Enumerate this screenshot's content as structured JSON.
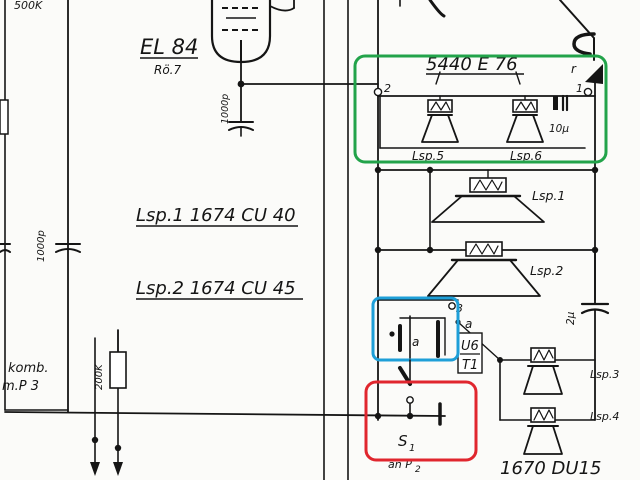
{
  "tube": {
    "name": "EL 84",
    "ref": "Rö.7"
  },
  "resistor_500k": "500K",
  "cap_1000p_tube": "1000p",
  "cap_1000p_left": "1000p",
  "resistor_200k": "200K",
  "komb_label": "komb.",
  "mp3_label": "m.P 3",
  "speaker_models": {
    "lsp1": "Lsp.1 1674 CU 40",
    "lsp2": "Lsp.2 1674 CU 45"
  },
  "assembly": {
    "name": "5440 E 76",
    "cap": "10µ",
    "pin_left": "2",
    "pin_right": "1",
    "pin_r": "r"
  },
  "speakers": {
    "lsp5": "Lsp.5",
    "lsp6": "Lsp.6",
    "lsp1": "Lsp.1",
    "lsp2": "Lsp.2",
    "lsp3": "Lsp.3",
    "lsp4": "Lsp.4"
  },
  "cap_2u": "2µ",
  "switch_u6": {
    "pin": "3",
    "a_left": "a",
    "a_right": "a",
    "code_1": "U6",
    "code_2": "T1"
  },
  "switch_s1": {
    "name": "S",
    "sub": "1",
    "under": "an P",
    "under_sub": "2"
  },
  "model_bottom": "1670 DU15",
  "highlight_colors": {
    "green": "#22a34a",
    "blue": "#1e9fd8",
    "red": "#e0262e"
  }
}
